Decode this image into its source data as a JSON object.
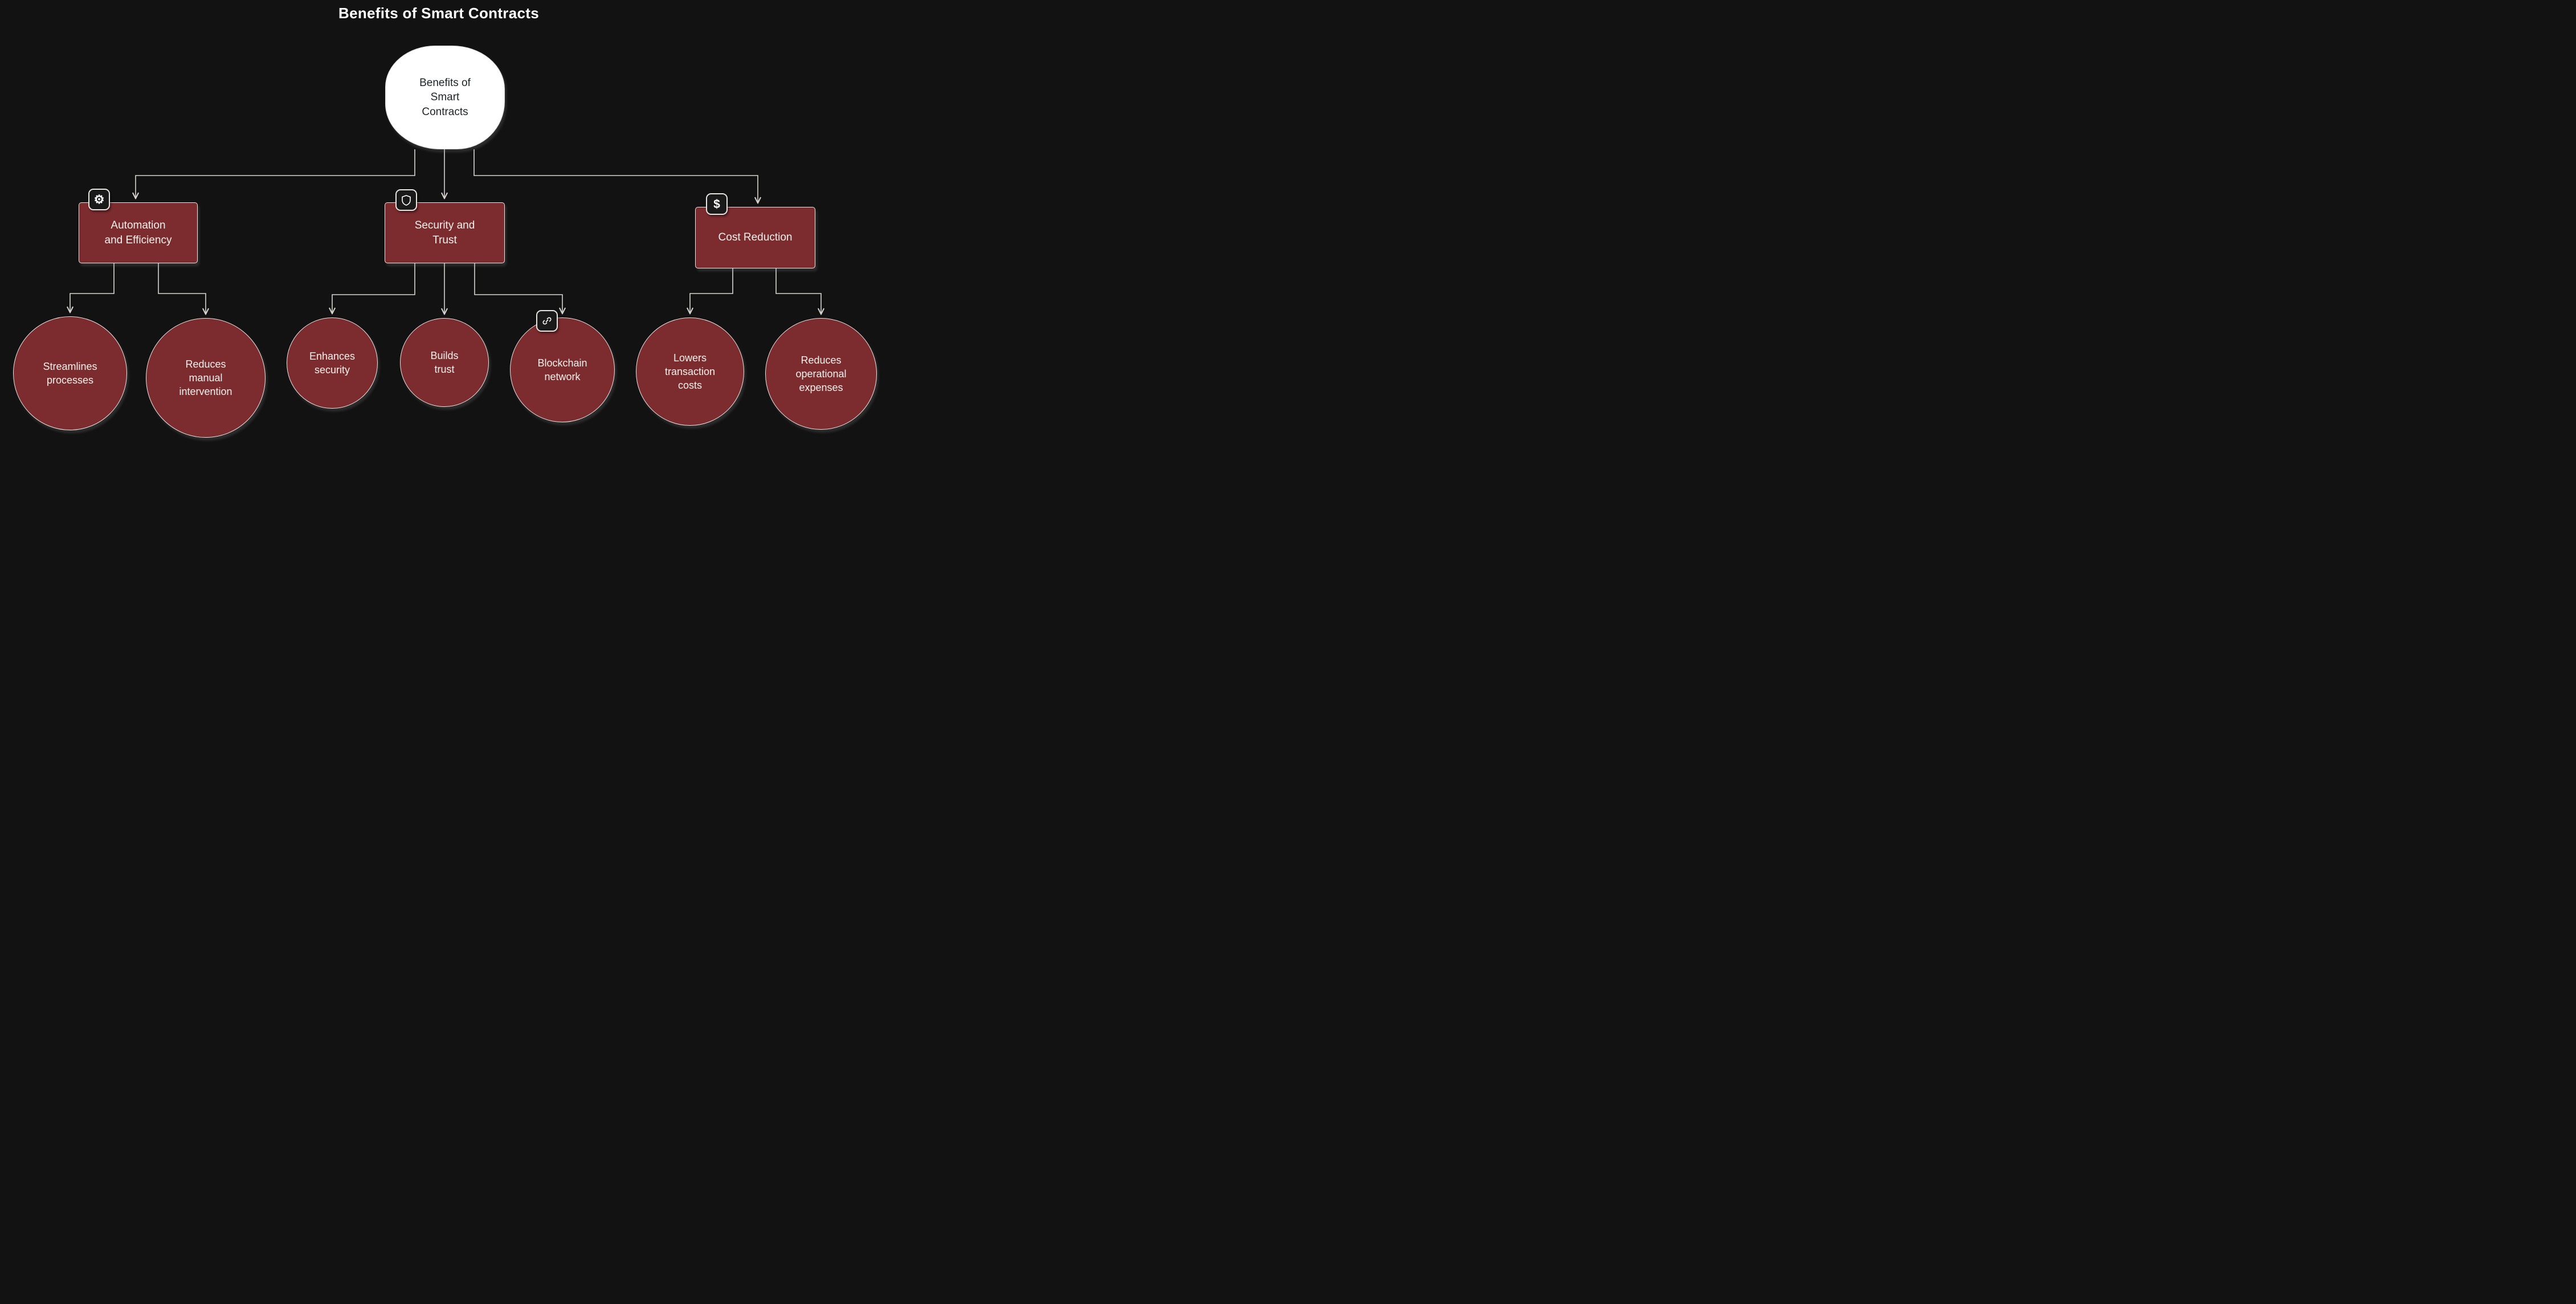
{
  "title": "Benefits of Smart Contracts",
  "colors": {
    "background": "#121212",
    "node_fill": "#7c2b2f",
    "node_border": "#e8e6e3",
    "root_fill": "#ffffff",
    "root_text": "#1f2328",
    "text": "#f5f2ec",
    "line": "#d6d4d0"
  },
  "root": {
    "label": "Benefits of\nSmart\nContracts"
  },
  "branches": [
    {
      "label": "Automation\nand Efficiency",
      "icon": "gear-icon"
    },
    {
      "label": "Security and\nTrust",
      "icon": "shield-icon"
    },
    {
      "label": "Cost Reduction",
      "icon": "dollar-icon"
    }
  ],
  "leaves": [
    {
      "label": "Streamlines\nprocesses"
    },
    {
      "label": "Reduces\nmanual\nintervention"
    },
    {
      "label": "Enhances\nsecurity"
    },
    {
      "label": "Builds\ntrust"
    },
    {
      "label": "Blockchain\nnetwork",
      "icon": "link-icon"
    },
    {
      "label": "Lowers\ntransaction\ncosts"
    },
    {
      "label": "Reduces\noperational\nexpenses"
    }
  ],
  "icon_glyphs": {
    "gear-icon": "⚙",
    "dollar-icon": "$"
  }
}
